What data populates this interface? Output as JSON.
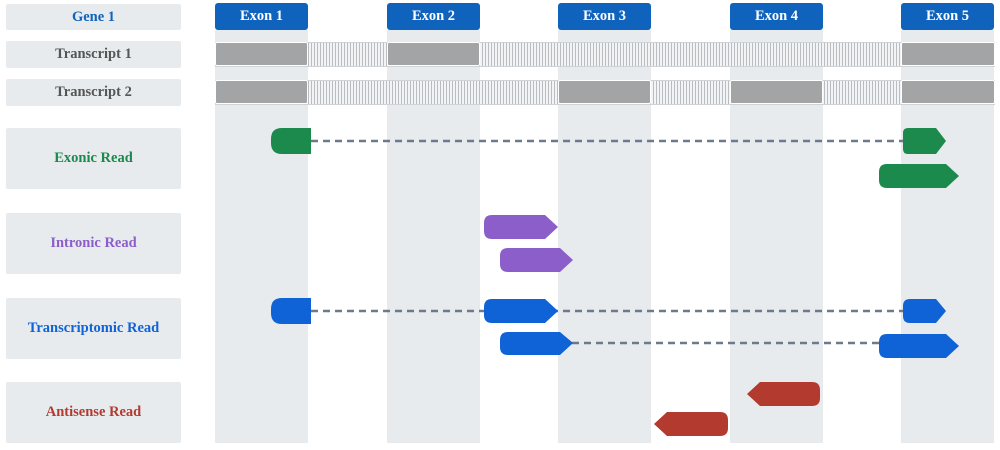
{
  "gene": {
    "label": "Gene 1",
    "color": "#0f63bd"
  },
  "exons": [
    "Exon 1",
    "Exon 2",
    "Exon 3",
    "Exon 4",
    "Exon 5"
  ],
  "transcripts": [
    {
      "label": "Transcript 1",
      "color": "#555555",
      "exons_included": [
        "Exon 1",
        "Exon 2",
        "Exon 5"
      ]
    },
    {
      "label": "Transcript 2",
      "color": "#555555",
      "exons_included": [
        "Exon 1",
        "Exon 3",
        "Exon 4",
        "Exon 5"
      ]
    }
  ],
  "read_types": [
    {
      "label": "Exonic Read",
      "color": "#1b8a4c"
    },
    {
      "label": "Intronic Read",
      "color": "#8c5ec9"
    },
    {
      "label": "Transcriptomic Read",
      "color": "#0f63d6"
    },
    {
      "label": "Antisense Read",
      "color": "#b23a2f"
    }
  ],
  "colors": {
    "exon_header": "#0f63bd",
    "band": "#e8ebee",
    "transcript_block": "#a3a4a5",
    "connector": "#6c7a8c"
  }
}
